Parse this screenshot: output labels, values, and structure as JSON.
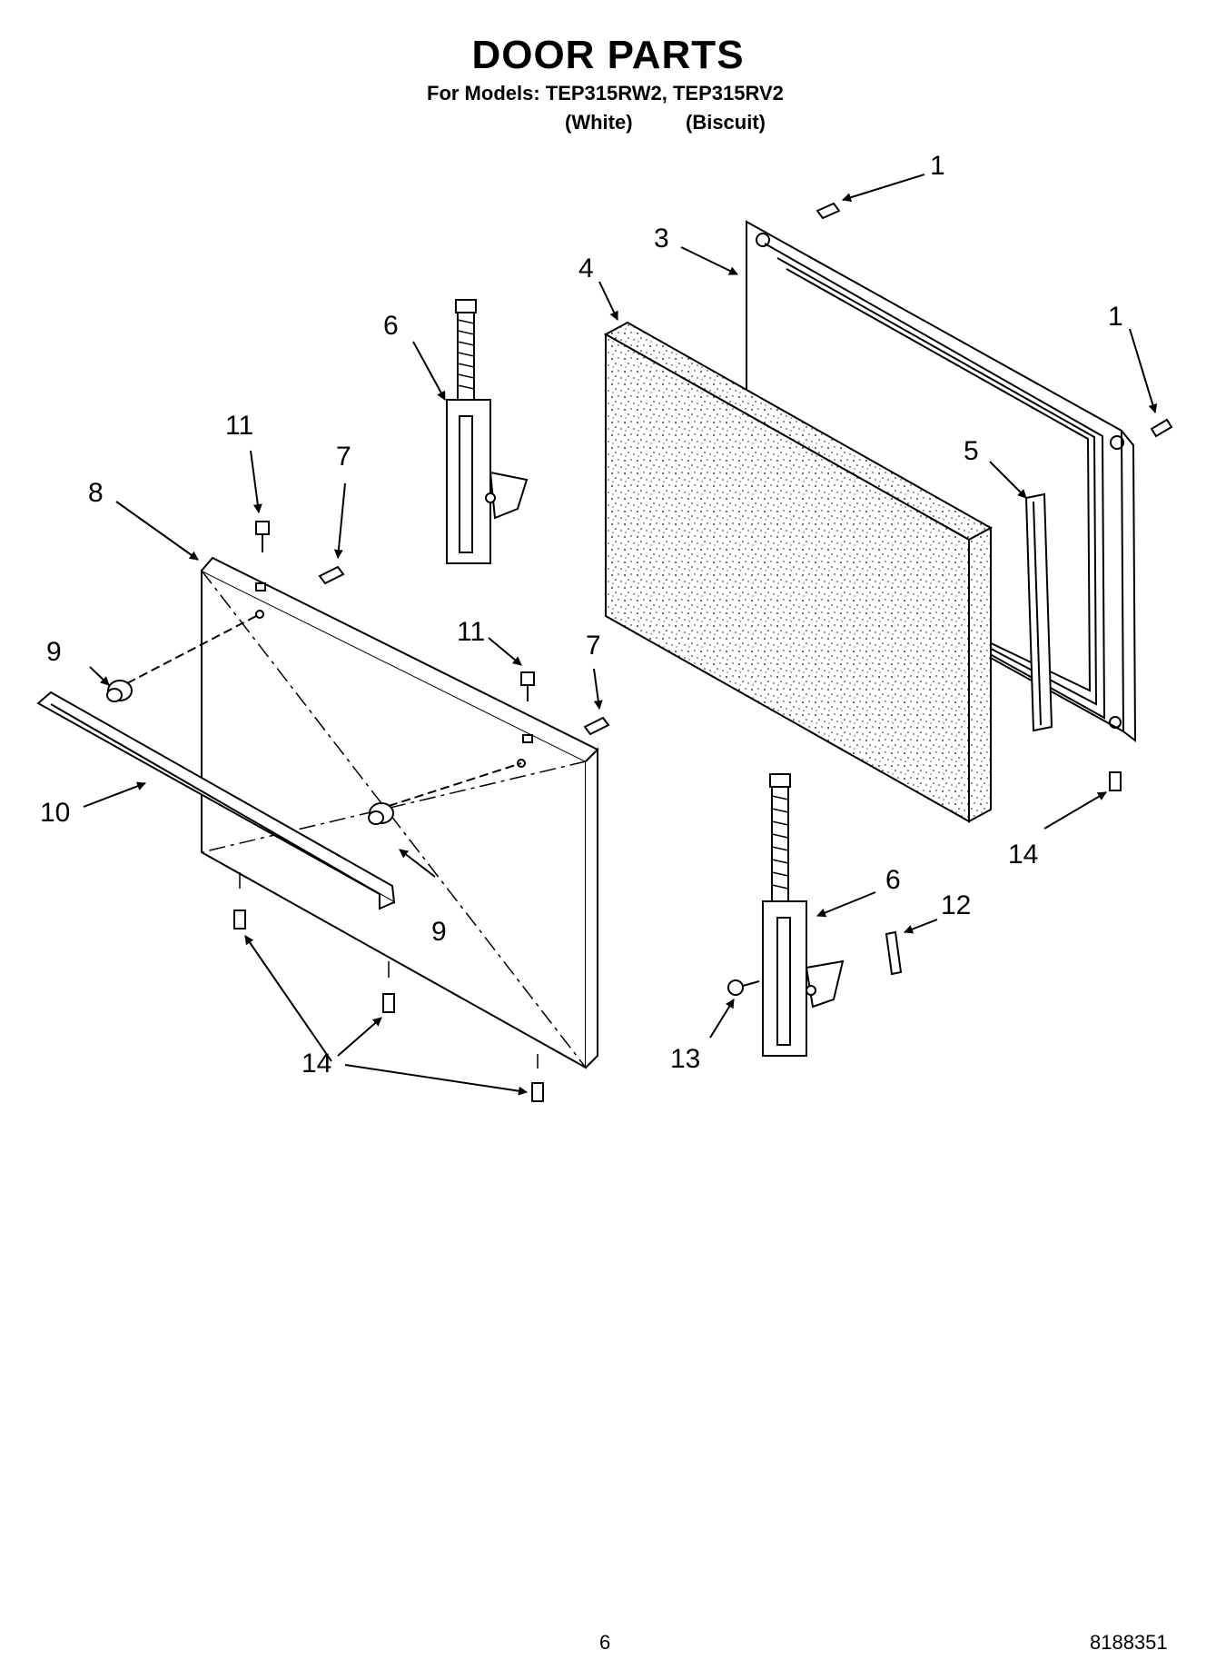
{
  "header": {
    "title": "DOOR PARTS",
    "models_line": "For Models: TEP315RW2, TEP315RV2",
    "finish_white": "(White)",
    "finish_biscuit": "(Biscuit)"
  },
  "callouts": {
    "c1a": "1",
    "c1b": "1",
    "c3": "3",
    "c4": "4",
    "c5": "5",
    "c6a": "6",
    "c6b": "6",
    "c7a": "7",
    "c7b": "7",
    "c8": "8",
    "c9a": "9",
    "c9b": "9",
    "c10": "10",
    "c11a": "11",
    "c11b": "11",
    "c12": "12",
    "c13": "13",
    "c14a": "14",
    "c14b": "14"
  },
  "footer": {
    "page_number": "6",
    "document_number": "8188351"
  }
}
